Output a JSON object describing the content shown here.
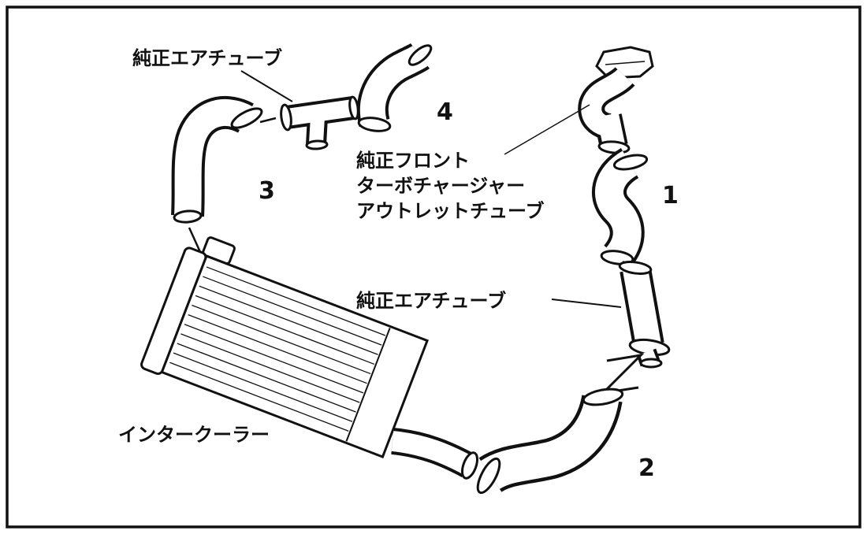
{
  "figure": {
    "type": "intercooler-piping-parts-diagram",
    "background": "#ffffff",
    "line_color": "#111111"
  },
  "labels": {
    "stock_air_tube_top": "純正エアチューブ",
    "stock_front_turbo_line1": "純正フロント",
    "stock_front_turbo_line2": "ターボチャージャー",
    "stock_front_turbo_line3": "アウトレットチューブ",
    "stock_air_tube_mid": "純正エアチューブ",
    "intercooler": "インタークーラー"
  },
  "part_numbers": {
    "p1": "1",
    "p2": "2",
    "p3": "3",
    "p4": "4"
  }
}
